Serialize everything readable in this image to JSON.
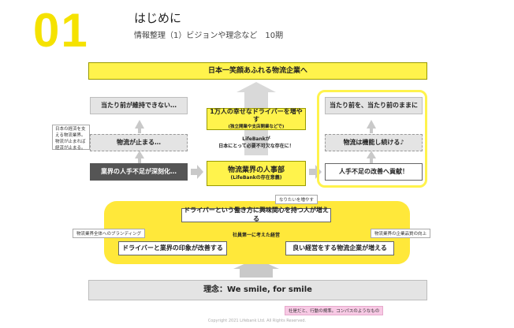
{
  "header": {
    "number": "01",
    "title": "はじめに",
    "subtitle": "情報整理（1）ビジョンや理念など　10期"
  },
  "vision": "日本一笑顔あふれる物流企業へ",
  "left_column": {
    "top": "当たり前が維持できない…",
    "middle": "物流が止まる…",
    "bottom": "業界の人手不足が深刻化…",
    "note": "日本の経済を支える物流業界。物流が止まれば経済が止まる。"
  },
  "center_column": {
    "upper_title": "1万人の幸せなドライバーを増やす",
    "upper_sub": "(独立開業や支店開業などで)",
    "middle_line1": "LifeBankが",
    "middle_line2": "日本にとって必要不可欠な存在に！",
    "lower_title": "物流業界の人事部",
    "lower_sub": "(LifeBankの存在意義)"
  },
  "right_column": {
    "top": "当たり前を、当たり前のままに",
    "middle": "物流は機能し続ける♪",
    "bottom": "人手不足の改善へ貢献！"
  },
  "cycle": {
    "top": "ドライバーという働き方に興味関心を持つ人が増える",
    "left": "ドライバーと業界の印象が改善する",
    "right": "良い経営をする物流企業が増える",
    "center": "社員第一に考えた経営",
    "tag_top": "なりたいを増やす",
    "tag_left": "物流業界全体へのブランディング",
    "tag_right": "物流業界の企業品質の向上"
  },
  "philosophy": "理念：We smile, for smile",
  "philosophy_note": "社是だと、行動の規準。コンパスのようなもの",
  "footer": "Copyright 2021 Lifebank Ltd. All Rights Reserved.",
  "colors": {
    "accent_yellow": "#fff34c",
    "number_yellow": "#f5e200",
    "cycle_yellow": "#ffe83a",
    "gray": "#e4e4e4",
    "dark": "#555555",
    "pink": "#f7c9e4"
  }
}
